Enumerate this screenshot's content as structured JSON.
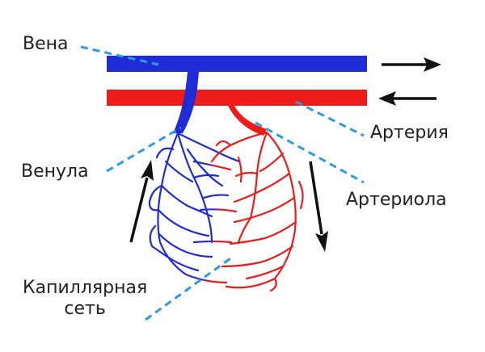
{
  "labels": {
    "vein": "Вена",
    "artery": "Артерия",
    "venule": "Венула",
    "arteriole": "Артериола",
    "capillary_line1": "Капиллярная",
    "capillary_line2": "сеть"
  },
  "colors": {
    "vein": "#1f2bd6",
    "artery": "#ee1b1b",
    "leader": "#2d9be0",
    "arrow": "#111111"
  }
}
